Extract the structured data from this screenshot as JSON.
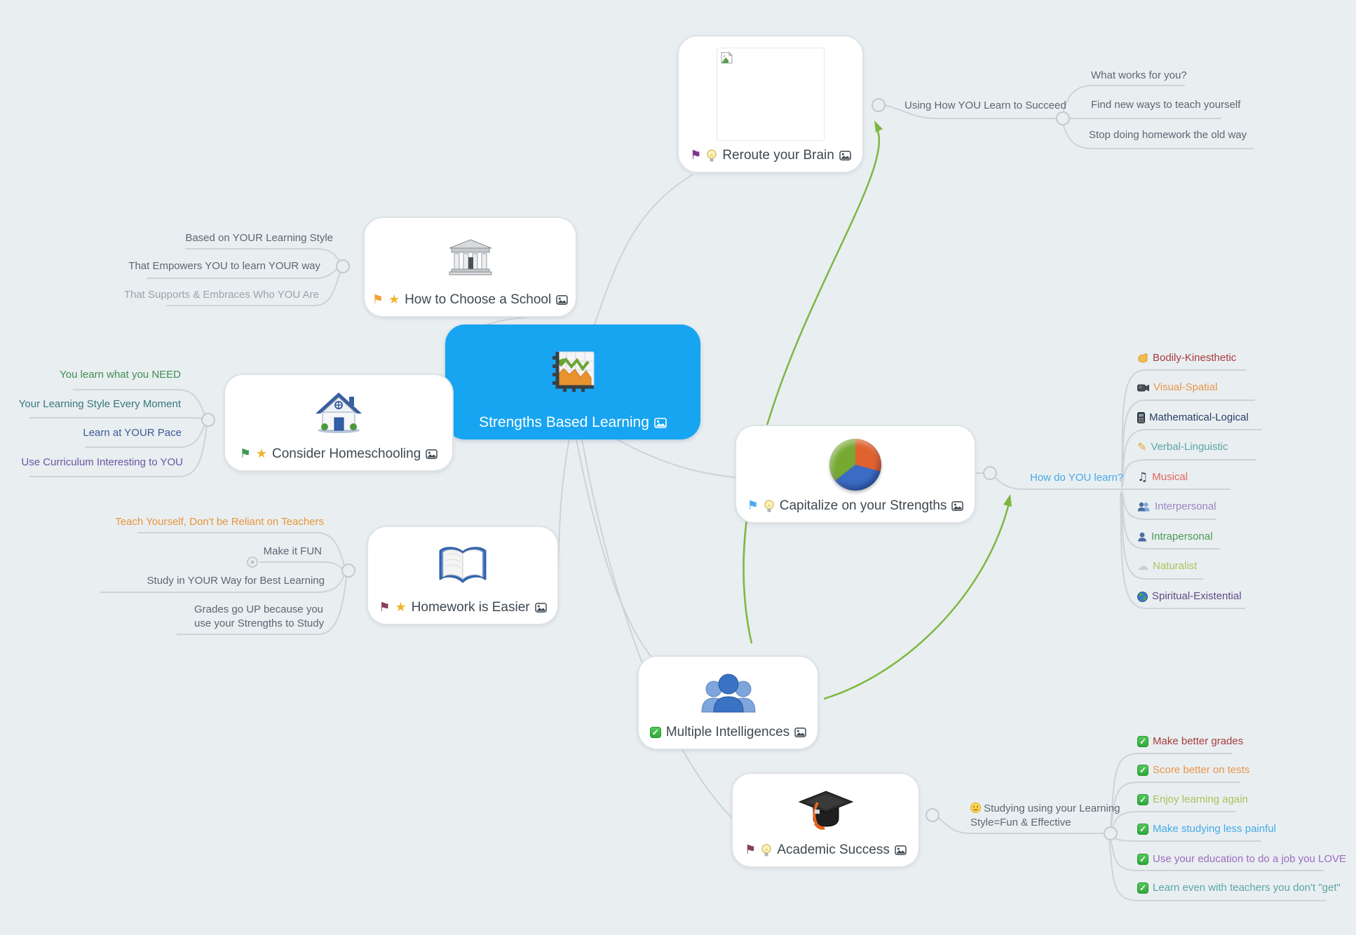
{
  "colors": {
    "background": "#e9eef1",
    "root_bg": "#17a4f1",
    "connector": "#ccd4d8",
    "relationship_arrow": "#7cb83e",
    "node_border": "#dde2e6",
    "star": "#f0b429"
  },
  "root": {
    "label": "Strengths Based Learning",
    "icon": "increasing-chart-icon"
  },
  "branches": {
    "reroute": {
      "label": "Reroute your Brain",
      "flag_color": "#7d3594",
      "icons": [
        "flag-icon",
        "lightbulb-icon",
        "image-icon"
      ]
    },
    "school": {
      "label": "How to Choose a School",
      "flag_color": "#f2a33c",
      "icons": [
        "flag-icon",
        "star-icon",
        "image-icon"
      ],
      "picture": "classical-building-icon"
    },
    "homeschool": {
      "label": "Consider Homeschooling",
      "flag_color": "#3d9b4f",
      "icons": [
        "flag-icon",
        "star-icon",
        "image-icon"
      ],
      "picture": "house-icon"
    },
    "homework": {
      "label": "Homework is Easier",
      "flag_color": "#84405c",
      "icons": [
        "flag-icon",
        "star-icon",
        "image-icon"
      ],
      "picture": "open-book-icon"
    },
    "capitalize": {
      "label": "Capitalize on your Strengths",
      "flag_color": "#4aabf0",
      "icons": [
        "flag-icon",
        "lightbulb-icon",
        "image-icon"
      ],
      "picture": "pie-chart-icon"
    },
    "intelligences": {
      "label": "Multiple Intelligences",
      "icons": [
        "checkbox-icon",
        "image-icon"
      ],
      "picture": "people-group-icon"
    },
    "academic": {
      "label": "Academic Success",
      "flag_color": "#84405c",
      "icons": [
        "flag-icon",
        "lightbulb-icon",
        "image-icon"
      ],
      "picture": "graduation-cap-icon"
    }
  },
  "labels": {
    "using": {
      "text": "Using How YOU Learn to Succeed",
      "color": "#5b6770"
    },
    "how": {
      "text": "How do YOU learn?",
      "color": "#45aae8"
    },
    "studying": {
      "text": "Studying using your Learning Style=Fun & Effective",
      "color": "#5b6770",
      "icon": "smiley-icon"
    }
  },
  "reroute_children": [
    {
      "text": "What works for you?",
      "color": "#5b6770"
    },
    {
      "text": "Find new ways to teach yourself",
      "color": "#5b6770"
    },
    {
      "text": "Stop doing homework the old way",
      "color": "#5b6770"
    }
  ],
  "school_children": [
    {
      "text": "Based on YOUR Learning Style",
      "color": "#5b6770"
    },
    {
      "text": "That Empowers YOU to learn YOUR way",
      "color": "#5b6770"
    },
    {
      "text": "That Supports & Embraces Who YOU Are",
      "color": "#9aa4ab"
    }
  ],
  "homeschool_children": [
    {
      "text": "You learn what you NEED",
      "color": "#3f8f4f"
    },
    {
      "text": "Your Learning Style Every Moment",
      "color": "#35787c"
    },
    {
      "text": "Learn at YOUR Pace",
      "color": "#3c5a96"
    },
    {
      "text": "Use Curriculum Interesting to YOU",
      "color": "#6a55a0"
    }
  ],
  "homework_children": [
    {
      "text": "Teach Yourself, Don't be Reliant on Teachers",
      "color": "#e8953c"
    },
    {
      "text": "Make it FUN",
      "color": "#5b6770"
    },
    {
      "text": "Study in YOUR Way for Best Learning",
      "color": "#5b6770"
    },
    {
      "text": "Grades go UP because you use your Strengths to Study",
      "color": "#5b6770"
    }
  ],
  "intelligence_list": [
    {
      "text": "Bodily-Kinesthetic",
      "color": "#a53c3c",
      "icon": "muscle-icon"
    },
    {
      "text": "Visual-Spatial",
      "color": "#e8964a",
      "icon": "camera-icon"
    },
    {
      "text": "Mathematical-Logical",
      "color": "#2c3e66",
      "icon": "calculator-phone-icon"
    },
    {
      "text": "Verbal-Linguistic",
      "color": "#5aa8a0",
      "icon": "pencil-icon"
    },
    {
      "text": "Musical",
      "color": "#e2655c",
      "icon": "music-note-icon"
    },
    {
      "text": "Interpersonal",
      "color": "#9b86c4",
      "icon": "people-icon"
    },
    {
      "text": "Intrapersonal",
      "color": "#4a9a55",
      "icon": "person-icon"
    },
    {
      "text": "Naturalist",
      "color": "#a8c45c",
      "icon": "cloud-icon"
    },
    {
      "text": "Spiritual-Existential",
      "color": "#5c4a82",
      "icon": "globe-icon"
    }
  ],
  "academic_children": [
    {
      "text": "Make better grades",
      "color": "#a53c3c"
    },
    {
      "text": "Score better on tests",
      "color": "#e8964a"
    },
    {
      "text": "Enjoy learning again",
      "color": "#a8c45c"
    },
    {
      "text": "Make studying less painful",
      "color": "#45aae8"
    },
    {
      "text": "Use your education to do a job you LOVE",
      "color": "#9b6cc0"
    },
    {
      "text": "Learn even with teachers you don't \"get\"",
      "color": "#5aa8a0"
    }
  ]
}
